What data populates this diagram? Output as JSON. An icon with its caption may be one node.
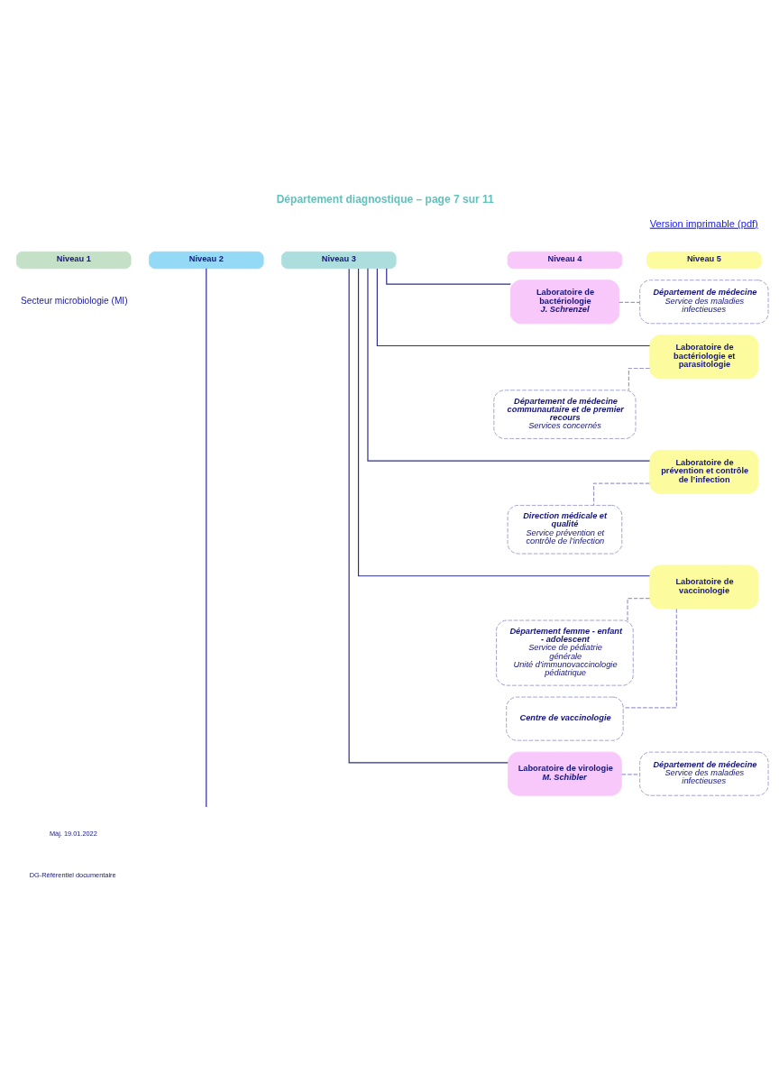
{
  "diagram": {
    "title": "Département diagnostique – page 7 sur 11",
    "nodes": [
      {
        "text": [
          "Niveau 1"
        ]
      },
      {
        "text": [
          "Niveau 2"
        ]
      },
      {
        "text": [
          "Niveau 3"
        ]
      },
      {
        "text": [
          "Niveau 4"
        ]
      },
      {
        "text": [
          "Niveau 5"
        ]
      },
      {
        "text": [
          "Laboratoire de bactériologie",
          "J. Schrenzel"
        ]
      },
      {
        "text": [
          "Département de médecine",
          "Service des maladies infectieuses"
        ]
      },
      {
        "text": [
          "Laboratoire de bactériologie et parasitologie"
        ]
      },
      {
        "text": [
          "Département de médecine communautaire et de premier recours",
          "Services concernés"
        ]
      },
      {
        "text": [
          "Laboratoire de prévention et contrôle de l’infection"
        ]
      },
      {
        "text": [
          "Direction médicale et qualité",
          "Service prévention et contrôle de l’infection"
        ]
      },
      {
        "text": [
          "Laboratoire de vaccinologie"
        ]
      },
      {
        "text": [
          "Département femme - enfant - adolescent",
          "Service de pédiatrie générale",
          "Unité d’immunovaccinologie pédiatrique"
        ]
      },
      {
        "text": [
          "Centre de vaccinologie"
        ]
      },
      {
        "text": [
          "Laboratoire de virologie",
          "M. Schibler"
        ]
      },
      {
        "text": [
          "Département de médecine",
          "Service des maladies infectieuses"
        ]
      }
    ],
    "edges": [
      {
        "from": 1,
        "to": null,
        "arrow": "none"
      },
      {
        "from": 2,
        "to": 5,
        "arrow": "none"
      },
      {
        "from": 2,
        "to": 7,
        "arrow": "none"
      },
      {
        "from": 2,
        "to": 9,
        "arrow": "none"
      },
      {
        "from": 2,
        "to": 11,
        "arrow": "none"
      },
      {
        "from": 2,
        "to": 14,
        "arrow": "none"
      },
      {
        "from": 5,
        "to": 6,
        "arrow": "none",
        "style": "dashed",
        "color": "#9a9acc"
      },
      {
        "from": 7,
        "to": 8,
        "arrow": "none",
        "style": "dashed",
        "color": "#9a9acc"
      },
      {
        "from": 9,
        "to": 10,
        "arrow": "none",
        "style": "dashed",
        "color": "#9a9acc"
      },
      {
        "from": 11,
        "to": 12,
        "arrow": "none",
        "style": "dashed",
        "color": "#9a9acc"
      },
      {
        "from": 11,
        "to": 13,
        "arrow": "none",
        "style": "dashed",
        "color": "#9a9acc"
      },
      {
        "from": 14,
        "to": 15,
        "arrow": "none",
        "style": "dashed",
        "color": "#9a9acc"
      }
    ],
    "labels": [
      "Version imprimable (pdf)",
      "Secteur microbiologie (MI)",
      "Màj. 19.01.2022",
      "DG-Référentiel documentaire"
    ]
  }
}
